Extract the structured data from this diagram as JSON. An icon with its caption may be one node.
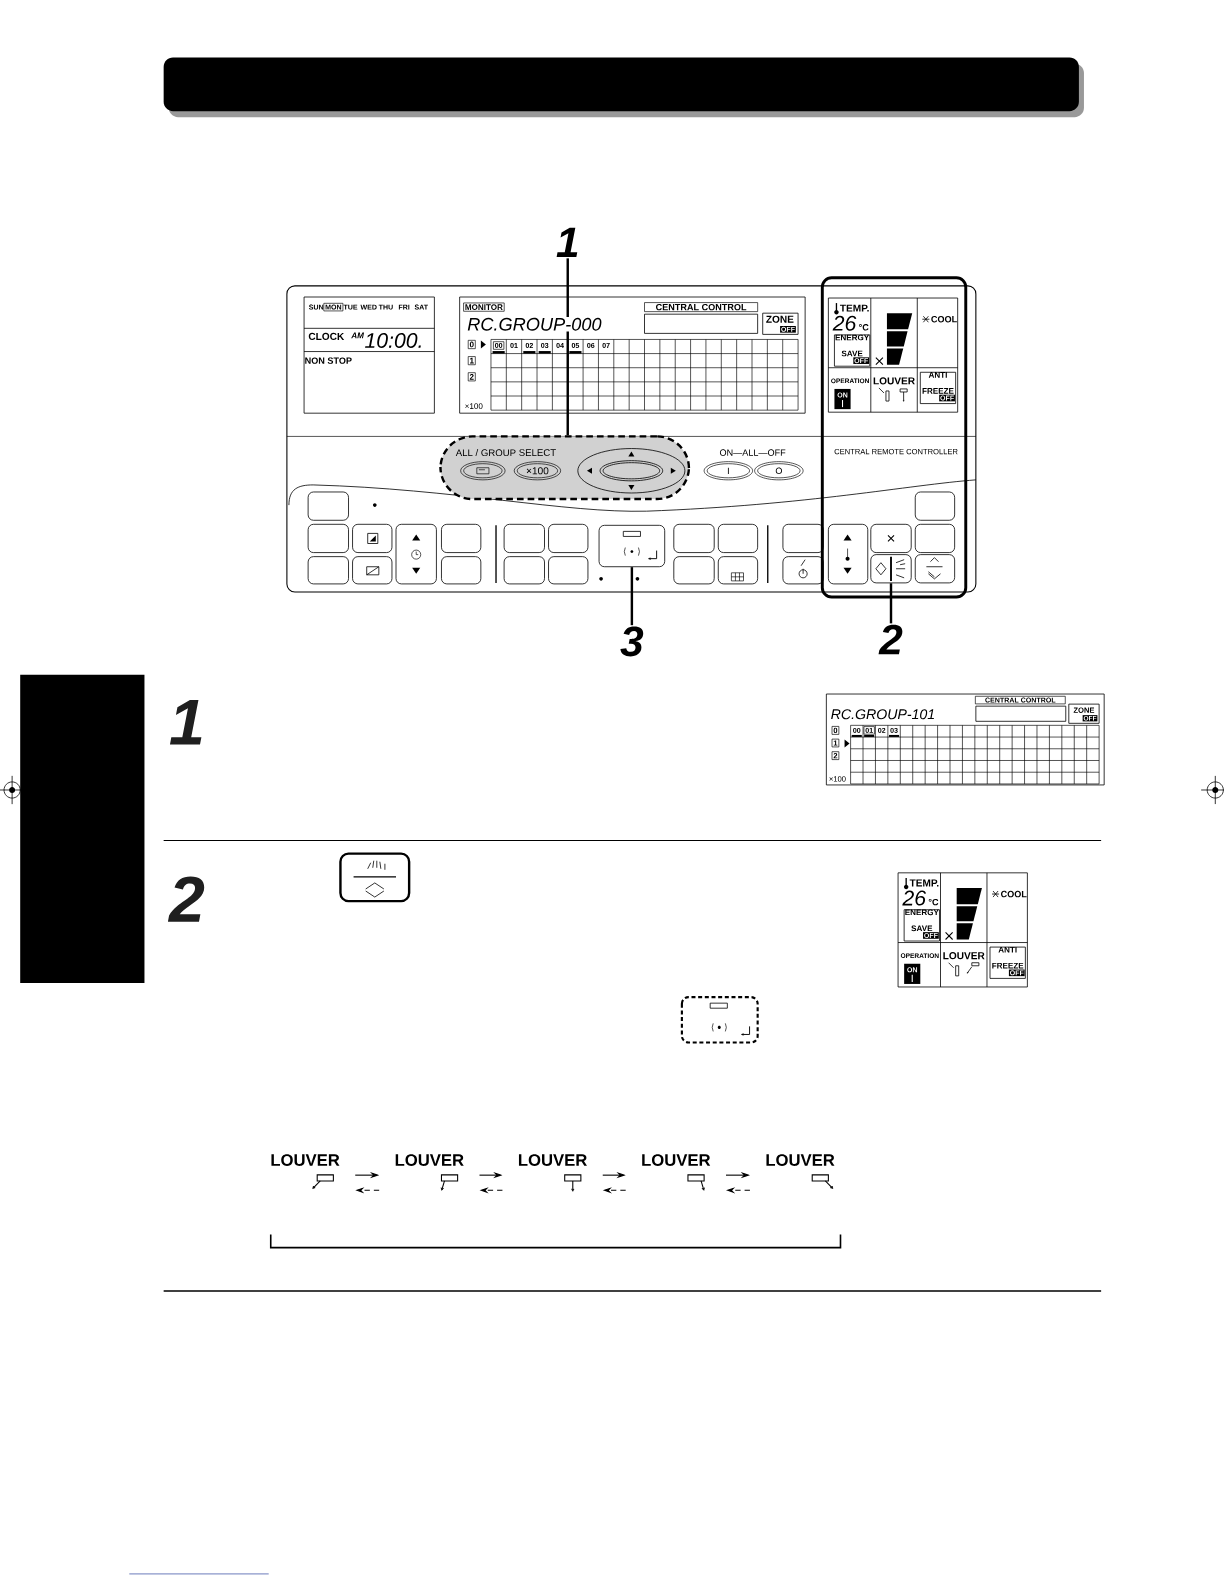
{
  "diagram": {
    "nodes": [
      {
        "text": [
          "1"
        ]
      },
      {
        "text": [
          "ALL / GROUP",
          "SELECT",
          "×100"
        ]
      },
      {
        "text": [],
        "shape": "box"
      },
      {
        "text": [
          "3"
        ]
      },
      {
        "text": [],
        "shape": "box"
      },
      {
        "text": [
          "2"
        ]
      },
      {
        "text": [
          "LOUVER"
        ]
      },
      {
        "text": [
          "LOUVER"
        ]
      },
      {
        "text": [
          "LOUVER"
        ]
      },
      {
        "text": [
          "LOUVER"
        ]
      },
      {
        "text": [
          "LOUVER"
        ]
      },
      {
        "text": [],
        "shape": "box"
      },
      {
        "text": [
          "ENERGY SAVE",
          "OFF"
        ]
      },
      {
        "text": [
          "ANTI FREEZE",
          "OFF"
        ]
      },
      {
        "text": [
          "ENERGY SAVE",
          "OFF"
        ]
      },
      {
        "text": [
          "ANTI FREEZE",
          "OFF"
        ]
      }
    ],
    "edges": [
      {
        "from": 0,
        "to": 1,
        "arrow": "none"
      },
      {
        "from": 3,
        "to": 2,
        "arrow": "none"
      },
      {
        "from": 5,
        "to": 4,
        "arrow": "none"
      },
      {
        "from": 6,
        "to": 7,
        "arrow": "to"
      },
      {
        "from": 7,
        "to": 6,
        "arrow": "to",
        "style": "dashed"
      },
      {
        "from": 7,
        "to": 8,
        "arrow": "to"
      },
      {
        "from": 8,
        "to": 7,
        "arrow": "to",
        "style": "dashed"
      },
      {
        "from": 8,
        "to": 9,
        "arrow": "to"
      },
      {
        "from": 9,
        "to": 8,
        "arrow": "to",
        "style": "dashed"
      },
      {
        "from": 9,
        "to": 10,
        "arrow": "to"
      },
      {
        "from": 10,
        "to": 9,
        "arrow": "to",
        "style": "dashed"
      }
    ],
    "labels": [
      "SUN",
      "MON",
      "TUE",
      "WED",
      "THU",
      "FRI",
      "SAT",
      "CLOCK",
      "AM",
      "10:00.",
      "NON STOP",
      "MONITOR",
      "RC.GROUP-000",
      "CENTRAL CONTROL",
      "ZONE",
      "OFF",
      "0",
      "1",
      "2",
      "×100",
      "00",
      "01",
      "02",
      "03",
      "04",
      "05",
      "06",
      "07",
      "TEMP.",
      "26",
      "°C",
      "COOL",
      "OPERATION",
      "ON",
      "LOUVER",
      "ON—ALL—OFF",
      "I",
      "O",
      "CENTRAL REMOTE CONTROLLER",
      "1",
      "RC.GROUP-101",
      "CENTRAL CONTROL",
      "ZONE",
      "OFF",
      "0",
      "1",
      "2",
      "×100",
      "00",
      "01",
      "02",
      "03",
      "2",
      "TEMP.",
      "26",
      "°C",
      "COOL",
      "OPERATION",
      "ON",
      "LOUVER"
    ]
  }
}
